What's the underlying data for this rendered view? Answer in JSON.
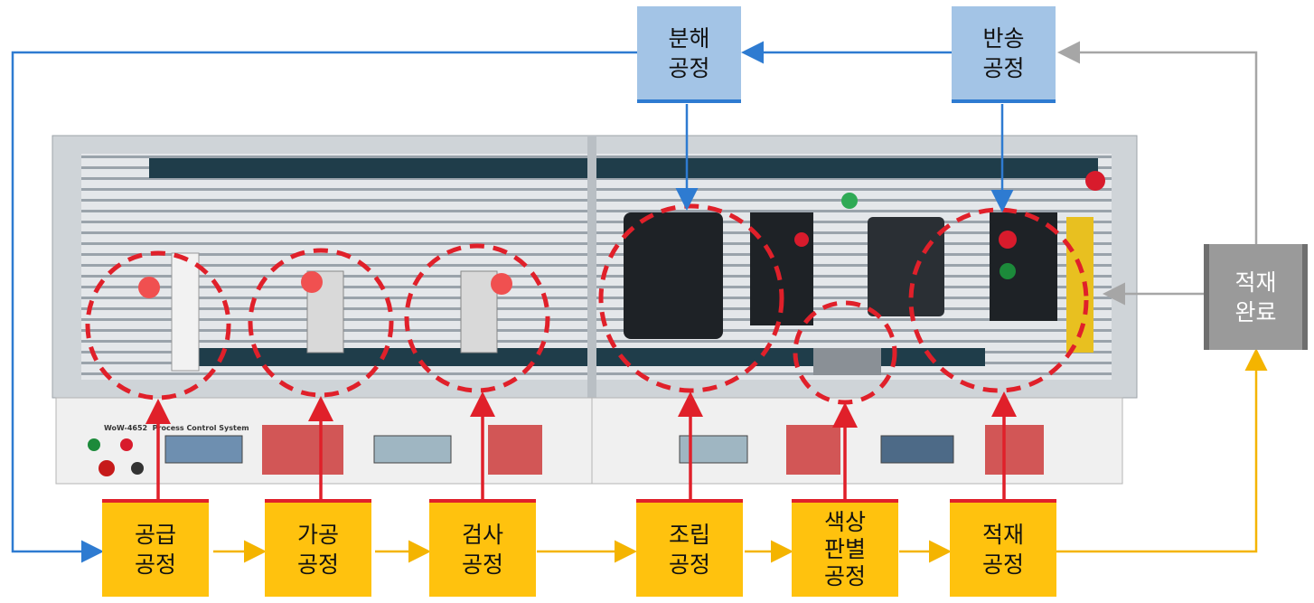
{
  "boxes": {
    "disassembly": [
      "분해",
      "공정"
    ],
    "transfer": [
      "반송",
      "공정"
    ],
    "stack_done": [
      "적재",
      "완료"
    ],
    "supply": [
      "공급",
      "공정"
    ],
    "machining": [
      "가공",
      "공정"
    ],
    "inspection": [
      "검사",
      "공정"
    ],
    "assembly": [
      "조립",
      "공정"
    ],
    "color_sort": [
      "색상",
      "판별",
      "공정"
    ],
    "stacking": [
      "적재",
      "공정"
    ]
  },
  "colors": {
    "yellow_box": "#ffc20e",
    "blue_box": "#a3c4e6",
    "gray_box": "#9a9a9a",
    "red_marker": "#e0202a",
    "blue_arrow": "#2e7bd1",
    "yellow_arrow": "#f4b400",
    "gray_arrow": "#a6a6a6"
  }
}
